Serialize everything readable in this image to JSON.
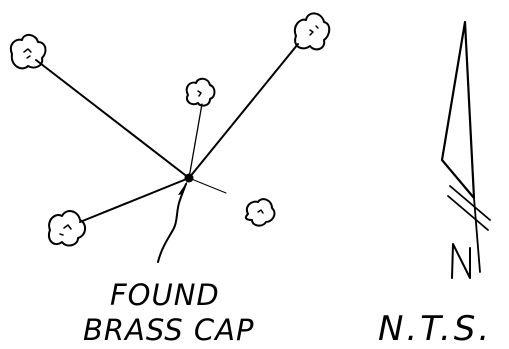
{
  "labels": {
    "found_line1": "FOUND",
    "found_line2": "BRASS CAP",
    "scale_note": "N.T.S.",
    "north": "N"
  },
  "colors": {
    "ink": "#000000",
    "background": "#ffffff"
  },
  "icons": {
    "tree": "shrub-cloud-icon",
    "monument": "brass-cap-dot-icon",
    "north_arrow": "north-arrow-icon"
  }
}
